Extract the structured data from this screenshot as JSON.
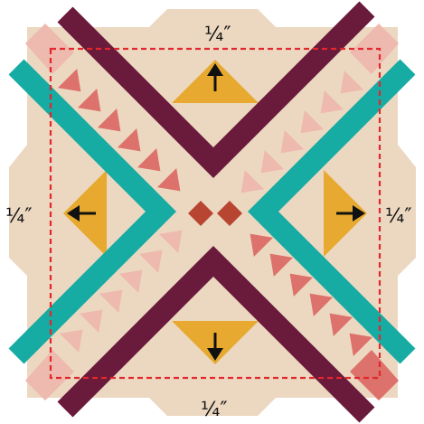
{
  "labels": {
    "top": "¼″",
    "bottom": "¼″",
    "left": "¼″",
    "right": "¼″"
  },
  "arrows": {
    "top": "arrow-up-icon",
    "bottom": "arrow-down-icon",
    "left": "arrow-left-icon",
    "right": "arrow-right-icon"
  },
  "colors": {
    "background_fabric": "#ecd8c1",
    "teal_strip": "#16aba3",
    "maroon_strip": "#6a1a3b",
    "goose_dark": "#dc726b",
    "goose_light": "#eeb9ae",
    "gold_triangle": "#e7a92f",
    "center_diamond": "#b84532",
    "seam_line": "#e3272d",
    "arrow": "#111111"
  }
}
